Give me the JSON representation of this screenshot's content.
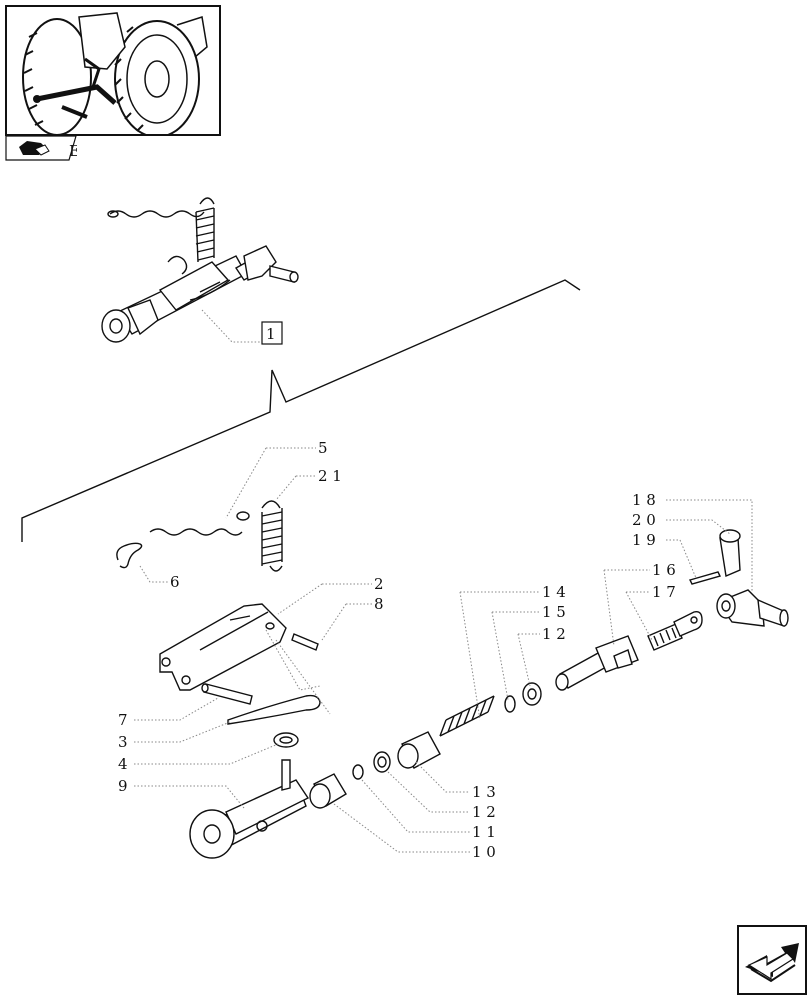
{
  "thumbnail": {
    "tab_letter": "E"
  },
  "assembly_ref": {
    "label": "1"
  },
  "callouts": {
    "c5": "5",
    "c21": "2 1",
    "c6": "6",
    "c2": "2",
    "c8": "8",
    "c7": "7",
    "c3": "3",
    "c4": "4",
    "c9": "9",
    "c14": "1 4",
    "c15": "1 5",
    "c12a": "1 2",
    "c16": "1 6",
    "c17": "1 7",
    "c18": "1 8",
    "c20": "2 0",
    "c19": "1 9",
    "c13": "1 3",
    "c12b": "1 2",
    "c11": "1 1",
    "c10": "1 0"
  },
  "icons": {
    "nav": "next-page-arrow-icon",
    "tab": "tractor-tab-icon"
  }
}
